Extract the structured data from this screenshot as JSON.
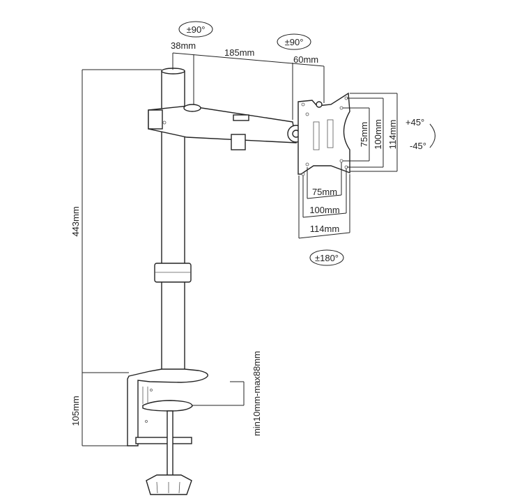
{
  "dimensions": {
    "pole_height": "443mm",
    "clamp_height": "105mm",
    "desk_thickness": "min10mm-max88mm",
    "pole_diameter": "38mm",
    "arm_length": "185mm",
    "head_offset": "60mm",
    "vesa_v_75": "75mm",
    "vesa_v_100": "100mm",
    "vesa_v_114": "114mm",
    "vesa_h_75": "75mm",
    "vesa_h_100": "100mm",
    "vesa_h_114": "114mm"
  },
  "rotations": {
    "arm_swivel": "±90°",
    "head_swivel": "±90°",
    "rotation": "±180°",
    "tilt_up": "+45°",
    "tilt_down": "-45°"
  }
}
